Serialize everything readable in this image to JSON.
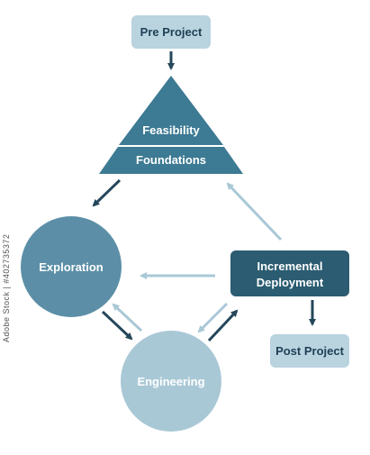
{
  "nodes": {
    "pre_project": "Pre Project",
    "feasibility": "Feasibility",
    "foundations": "Foundations",
    "exploration": "Exploration",
    "incremental_line1": "Incremental",
    "incremental_line2": "Deployment",
    "engineering": "Engineering",
    "post_project": "Post Project"
  },
  "watermark": "Adobe Stock | #402735372",
  "colors": {
    "light_box": "#b9d3df",
    "light_box_text": "#1f3f55",
    "triangle": "#3d7a93",
    "circle_mid": "#5c8fa7",
    "circle_light": "#a9c8d6",
    "dark_box": "#2b5c71",
    "arrow_dark": "#24475a",
    "arrow_light": "#a9c8d6"
  }
}
